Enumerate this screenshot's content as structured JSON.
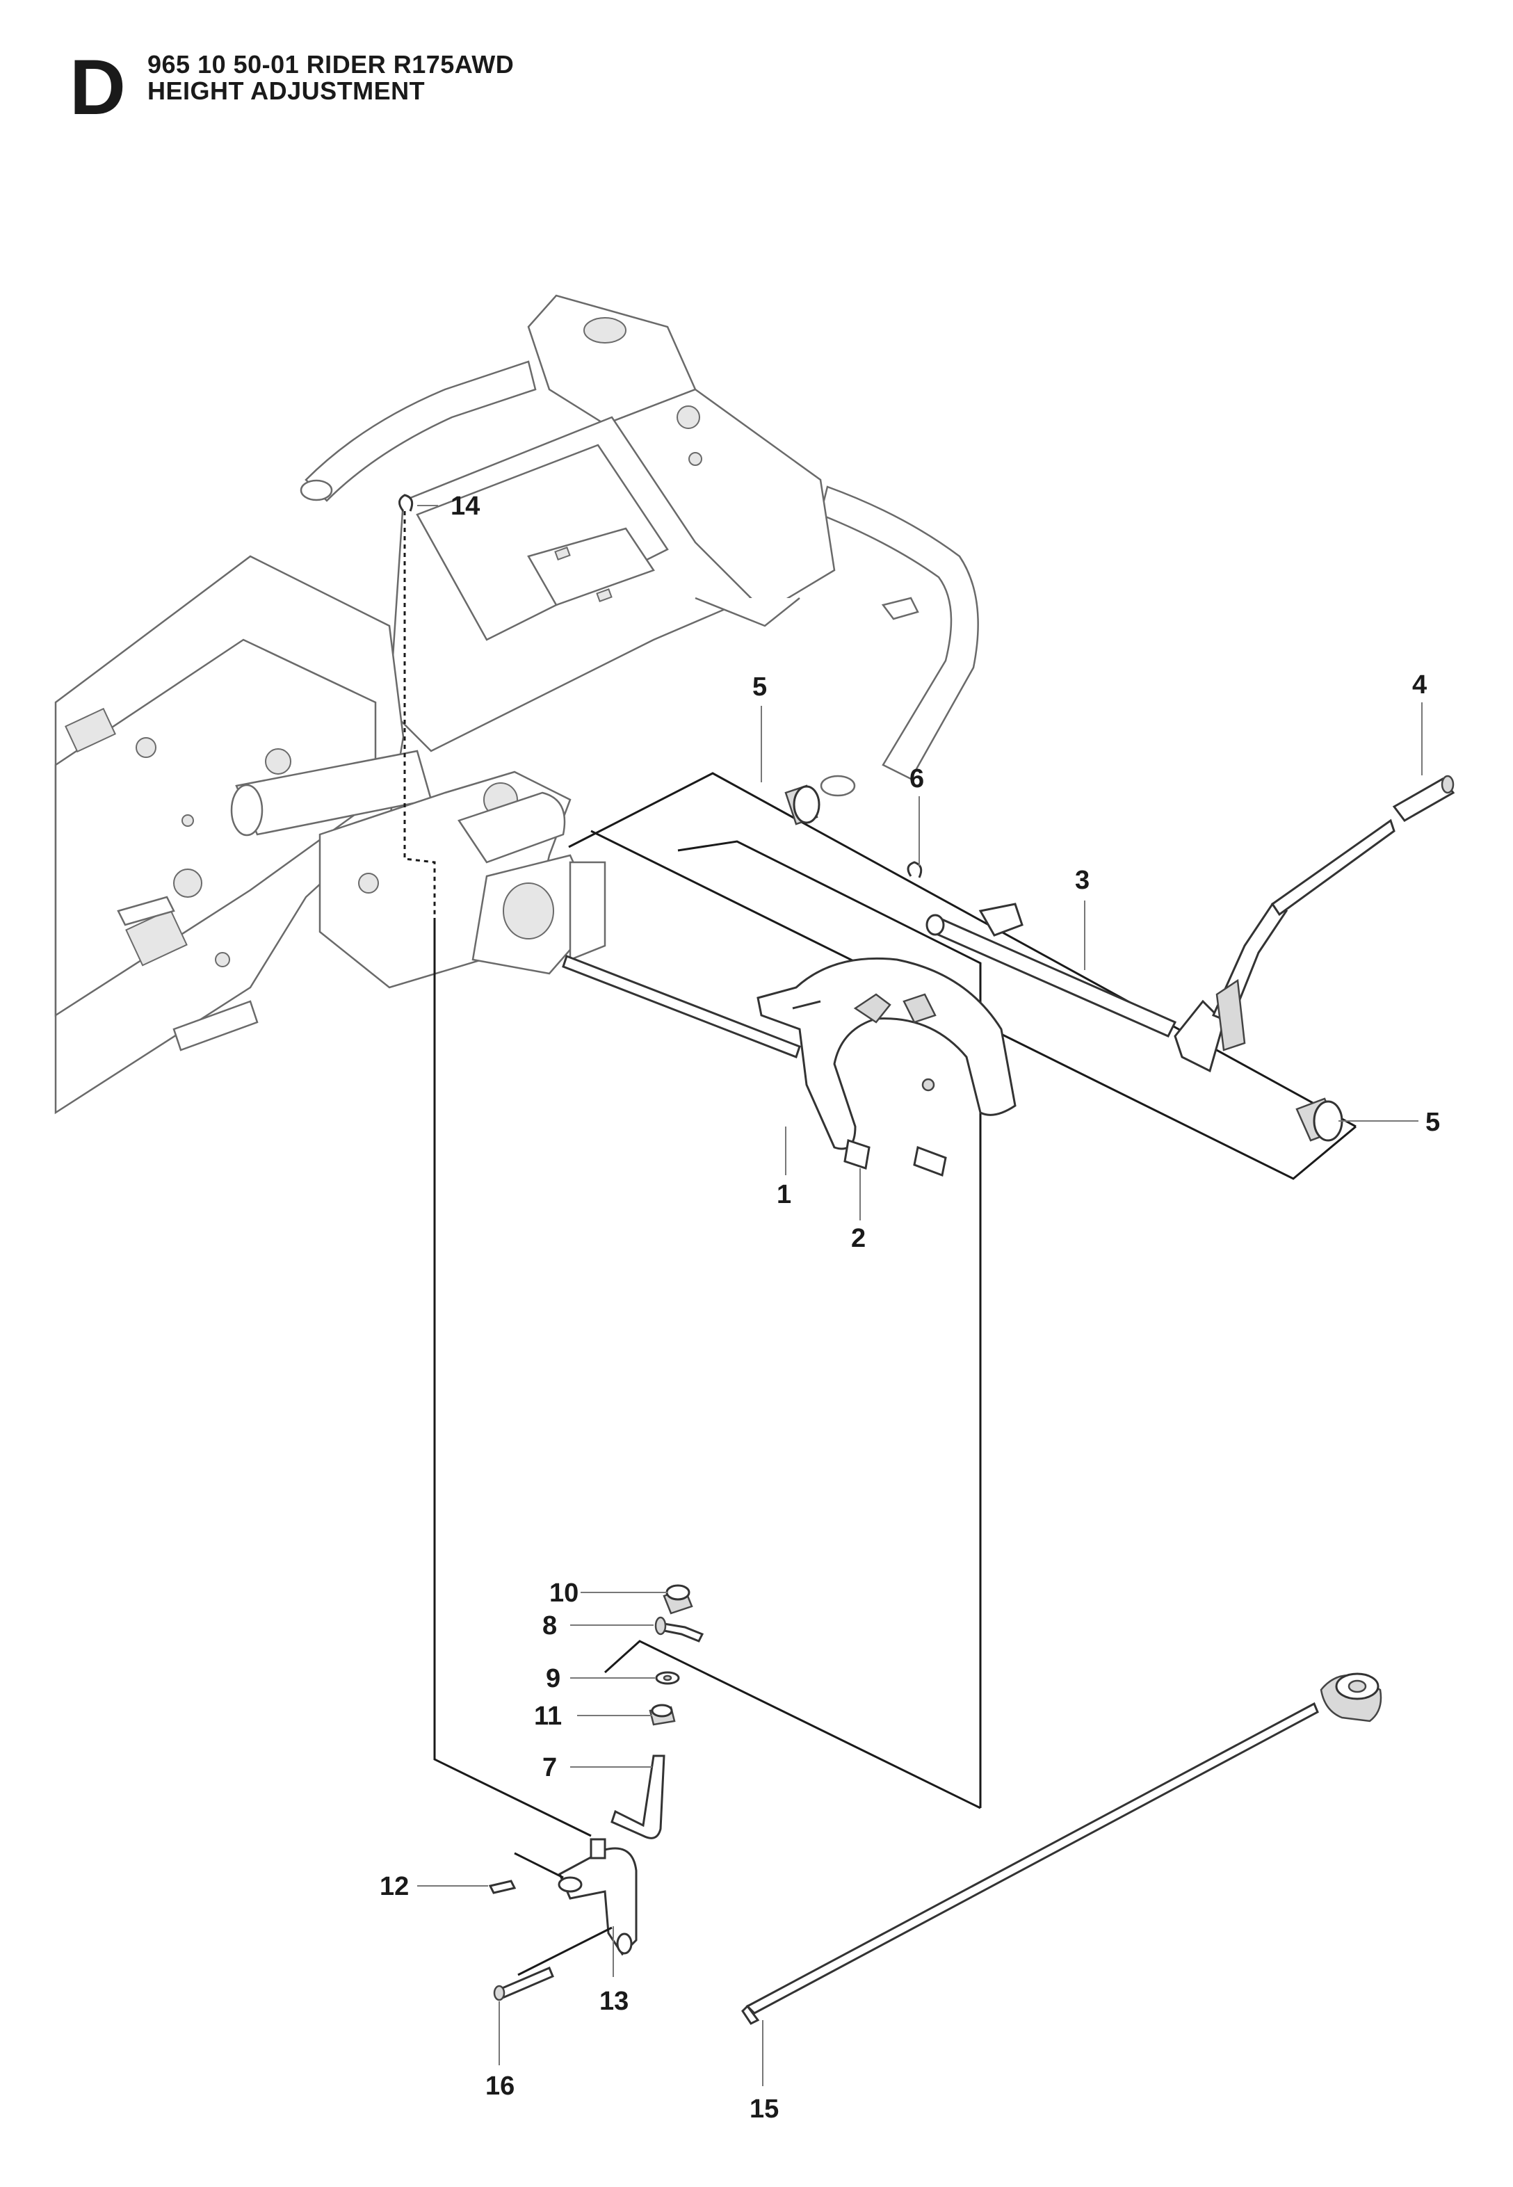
{
  "header": {
    "section_letter": "D",
    "title_line_1": "965 10 50-01 RIDER R175AWD",
    "title_line_2": "HEIGHT ADJUSTMENT"
  },
  "callouts": {
    "c1": "1",
    "c2": "2",
    "c3": "3",
    "c4": "4",
    "c5a": "5",
    "c5b": "5",
    "c6": "6",
    "c7": "7",
    "c8": "8",
    "c9": "9",
    "c10": "10",
    "c11": "11",
    "c12": "12",
    "c13": "13",
    "c14": "14",
    "c15": "15",
    "c16": "16"
  }
}
